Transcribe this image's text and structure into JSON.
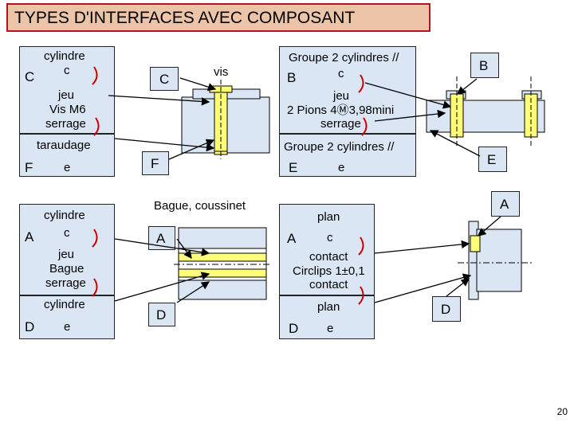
{
  "title": "TYPES D'INTERFACES AVEC COMPOSANT",
  "page_number": "20",
  "panels": {
    "vis": {
      "top_class": "cylindre",
      "top_letter": "C",
      "top_sub": "c",
      "jeu_line1": "jeu",
      "jeu_line2": "Vis M6",
      "jeu_line3": "serrage",
      "bottom_class": "taraudage",
      "bottom_letter": "F",
      "bottom_sub": "e",
      "diagram_title": "vis",
      "label_c": "C",
      "label_f": "F"
    },
    "cylindres": {
      "top_class": "Groupe 2 cylindres //",
      "top_letter": "B",
      "top_sub": "c",
      "jeu_line1": "jeu",
      "jeu_line2": "2 Pions 4",
      "jeu_line2_suffix": "3,98mini",
      "jeu_line3": "serrage",
      "bottom_class": "Groupe 2 cylindres //",
      "bottom_letter": "E",
      "bottom_sub": "e",
      "label_b": "B",
      "label_e": "E",
      "symbol": "Ⓜ"
    },
    "bague": {
      "top_class": "cylindre",
      "top_letter": "A",
      "top_sub": "c",
      "jeu_line1": "jeu",
      "jeu_line2": "Bague",
      "jeu_line3": "serrage",
      "bottom_class": "cylindre",
      "bottom_letter": "D",
      "bottom_sub": "e",
      "diagram_title": "Bague, coussinet",
      "label_a": "A",
      "label_d": "D"
    },
    "circlips": {
      "top_class": "plan",
      "top_letter": "A",
      "top_sub": "c",
      "jeu_line1": "contact",
      "jeu_line2": "Circlips 1±0,1",
      "jeu_line3": "contact",
      "bottom_class": "plan",
      "bottom_letter": "D",
      "bottom_sub": "e",
      "label_a": "A",
      "label_d": "D"
    }
  }
}
